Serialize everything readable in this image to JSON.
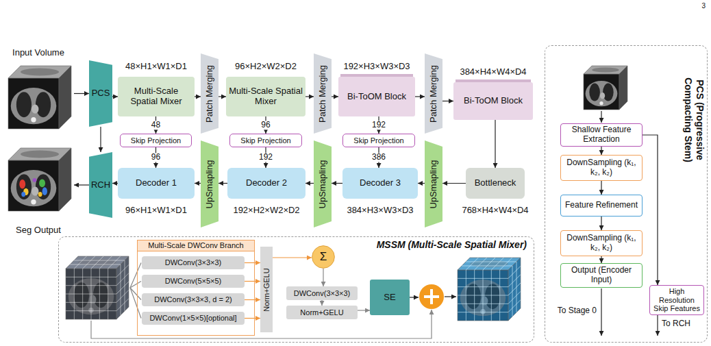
{
  "diagram": {
    "nodes": [
      {
        "text": [
          "Input Volume"
        ]
      },
      {
        "text": [
          "PCS"
        ]
      },
      {
        "text": [
          "Multi-Scale Spatial Mixer"
        ]
      },
      {
        "text": [
          "Patch Merging"
        ]
      },
      {
        "text": [
          "Multi-Scale Spatial Mixer"
        ]
      },
      {
        "text": [
          "Patch Merging"
        ]
      },
      {
        "text": [
          "Bi-ToOM Block"
        ]
      },
      {
        "text": [
          "Patch Merging"
        ]
      },
      {
        "text": [
          "Bi-ToOM Block"
        ]
      },
      {
        "text": [
          "Skip Projection"
        ]
      },
      {
        "text": [
          "Skip Projection"
        ]
      },
      {
        "text": [
          "Skip Projection"
        ]
      },
      {
        "text": [
          "Seg Output"
        ]
      },
      {
        "text": [
          "RCH"
        ]
      },
      {
        "text": [
          "Decoder 1"
        ]
      },
      {
        "text": [
          "UpSmapling"
        ]
      },
      {
        "text": [
          "Decoder 2"
        ]
      },
      {
        "text": [
          "UpSmapling"
        ]
      },
      {
        "text": [
          "Decoder 3"
        ]
      },
      {
        "text": [
          "UpSmapling"
        ]
      },
      {
        "text": [
          "Bottleneck"
        ]
      },
      {
        "text": [
          "MSSM (Multi-Scale Spatial Mixer)"
        ]
      },
      {
        "text": [
          "Multi-Scale DWConv Branch"
        ],
        "in": 21
      },
      {
        "text": [
          "DWConv(3×3×3)"
        ],
        "in": 22
      },
      {
        "text": [
          "DWConv(5×5×5)"
        ],
        "in": 22
      },
      {
        "text": [
          "DWConv(3×3×3, d = 2)"
        ],
        "in": 22
      },
      {
        "text": [
          "DWConv(1×5×5)[optional]"
        ],
        "in": 22
      },
      {
        "text": [
          "Norm+GELU"
        ],
        "in": 21
      },
      {
        "text": [
          "Σ"
        ],
        "in": 21
      },
      {
        "text": [
          "DWConv(3×3×3)"
        ],
        "in": 21
      },
      {
        "text": [
          "Norm+GELU"
        ],
        "in": 21
      },
      {
        "text": [
          "SE"
        ],
        "in": 21
      },
      {
        "text": [
          "PCS (Progressive Compacting Stem)"
        ]
      },
      {
        "text": [
          "Shallow Feature Extraction"
        ],
        "in": 32
      },
      {
        "text": [
          "DownSampling (k₁, k₂, k₂)"
        ],
        "in": 32
      },
      {
        "text": [
          "Feature Refinement"
        ],
        "in": 32
      },
      {
        "text": [
          "DownSampling (k₁, k₂, k₂)"
        ],
        "in": 32
      },
      {
        "text": [
          "Output (Encoder Input)"
        ],
        "in": 32
      },
      {
        "text": [
          "High Resolution Skip Features"
        ],
        "in": 32
      }
    ],
    "edges": [
      {
        "from": 0,
        "to": 1,
        "arrow": "to"
      },
      {
        "from": 1,
        "to": 2,
        "arrow": "to"
      },
      {
        "from": 2,
        "to": 3,
        "arrow": "to"
      },
      {
        "from": 3,
        "to": 4,
        "arrow": "to"
      },
      {
        "from": 4,
        "to": 5,
        "arrow": "to"
      },
      {
        "from": 5,
        "to": 6,
        "arrow": "to"
      },
      {
        "from": 6,
        "to": 7,
        "arrow": "to"
      },
      {
        "from": 7,
        "to": 8,
        "arrow": "to"
      },
      {
        "from": 8,
        "to": 20,
        "arrow": "to"
      },
      {
        "from": 2,
        "to": 9,
        "label": "48",
        "arrow": "to"
      },
      {
        "from": 4,
        "to": 10,
        "label": "96",
        "arrow": "to"
      },
      {
        "from": 6,
        "to": 11,
        "label": "192",
        "arrow": "to"
      },
      {
        "from": 9,
        "to": 14,
        "label": "96",
        "arrow": "to"
      },
      {
        "from": 10,
        "to": 16,
        "label": "192",
        "arrow": "to"
      },
      {
        "from": 11,
        "to": 18,
        "label": "386",
        "arrow": "to"
      },
      {
        "from": 20,
        "to": 19,
        "arrow": "to"
      },
      {
        "from": 19,
        "to": 18,
        "arrow": "to"
      },
      {
        "from": 18,
        "to": 17,
        "arrow": "to"
      },
      {
        "from": 17,
        "to": 16,
        "arrow": "to"
      },
      {
        "from": 16,
        "to": 15,
        "arrow": "to"
      },
      {
        "from": 15,
        "to": 14,
        "arrow": "to"
      },
      {
        "from": 14,
        "to": 13,
        "arrow": "to"
      },
      {
        "from": 13,
        "to": 12,
        "arrow": "to"
      },
      {
        "from": 1,
        "to": 13,
        "arrow": "to"
      },
      {
        "from": 23,
        "to": 27,
        "arrow": "to"
      },
      {
        "from": 24,
        "to": 27,
        "arrow": "to"
      },
      {
        "from": 25,
        "to": 27,
        "arrow": "to"
      },
      {
        "from": 26,
        "to": 27,
        "arrow": "to"
      },
      {
        "from": 27,
        "to": 28,
        "arrow": "to"
      },
      {
        "from": 28,
        "to": 29,
        "arrow": "to"
      },
      {
        "from": 29,
        "to": 30,
        "arrow": "to"
      },
      {
        "from": 30,
        "to": 31,
        "arrow": "to"
      },
      {
        "from": 33,
        "to": 34,
        "arrow": "to"
      },
      {
        "from": 34,
        "to": 35,
        "arrow": "to"
      },
      {
        "from": 35,
        "to": 36,
        "arrow": "to"
      },
      {
        "from": 36,
        "to": 37,
        "arrow": "to"
      },
      {
        "from": 33,
        "to": 38,
        "arrow": "to"
      }
    ],
    "labels": [
      "3",
      "48×H1×W1×D1",
      "96×H2×W2×D2",
      "192×H3×W3×D3",
      "384×H4×W4×D4",
      "96×H1×W1×D1",
      "192×H2×W2×D2",
      "384×H3×W3×D3",
      "768×H4×W4×D4",
      "To Stage 0",
      "To RCH"
    ]
  }
}
